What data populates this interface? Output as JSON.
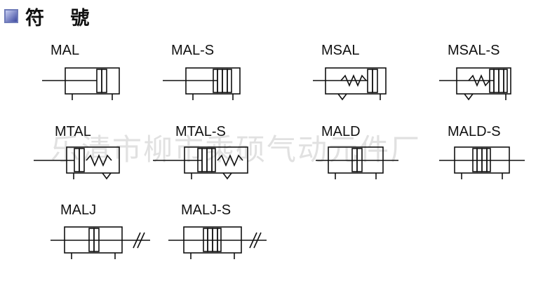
{
  "header": {
    "title": "符 號"
  },
  "watermark": "乐清市柳市乘硕气动元件厂",
  "symbols": {
    "mal": "MAL",
    "mal_s": "MAL-S",
    "msal": "MSAL",
    "msal_s": "MSAL-S",
    "mtal": "MTAL",
    "mtal_s": "MTAL-S",
    "mald": "MALD",
    "mald_s": "MALD-S",
    "malj": "MALJ",
    "malj_s": "MALJ-S"
  }
}
